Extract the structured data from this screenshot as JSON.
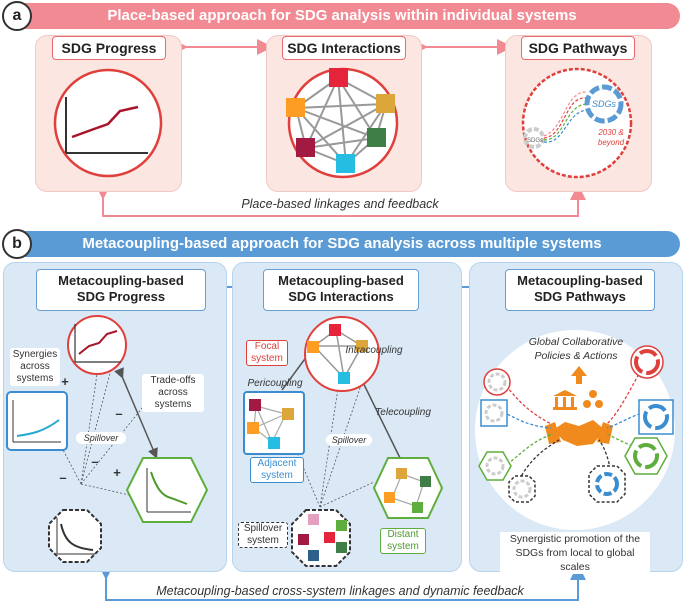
{
  "section_a": {
    "letter": "a",
    "banner": "Place-based approach for SDG analysis within individual systems",
    "panels": [
      {
        "title": "SDG Progress"
      },
      {
        "title": "SDG Interactions"
      },
      {
        "title": "SDG Pathways"
      }
    ],
    "pathways_labels": {
      "sdgs_small": "SDGs",
      "sdgs_big": "SDGs",
      "year": "2030 &",
      "beyond": "beyond"
    },
    "linkage_caption": "Place-based linkages and feedback"
  },
  "section_b": {
    "letter": "b",
    "banner": "Metacoupling-based approach for SDG analysis across multiple systems",
    "panels": [
      {
        "title_line1": "Metacoupling-based",
        "title_line2": "SDG Progress"
      },
      {
        "title_line1": "Metacoupling-based",
        "title_line2": "SDG Interactions"
      },
      {
        "title_line1": "Metacoupling-based",
        "title_line2": "SDG Pathways"
      }
    ],
    "progress_labels": {
      "synergies": [
        "Synergies",
        "across",
        "systems"
      ],
      "tradeoffs": [
        "Trade-offs",
        "across",
        "systems"
      ],
      "spillover": "Spillover",
      "plus": "+",
      "minus": "–"
    },
    "interactions_labels": {
      "focal": [
        "Focal",
        "system"
      ],
      "intracoupling": "Intracoupling",
      "pericoupling": "Pericoupling",
      "telecoupling": "Telecoupling",
      "adjacent": [
        "Adjacent",
        "system"
      ],
      "spillover": "Spillover",
      "spillover_system": [
        "Spillover",
        "system"
      ],
      "distant": [
        "Distant",
        "system"
      ]
    },
    "pathways_labels": {
      "global": [
        "Global Collaborative",
        "Policies & Actions"
      ],
      "synergistic": [
        "Synergistic promotion of the",
        "SDGs from local to global scales"
      ]
    },
    "linkage_caption": "Metacoupling-based cross-system linkages and dynamic feedback"
  },
  "colors": {
    "pink_banner": "#f28a94",
    "blue_banner": "#5b9bd5",
    "red": "#e0403c",
    "blue": "#3b8dd0",
    "green": "#5fae3d",
    "dark": "#333333"
  }
}
